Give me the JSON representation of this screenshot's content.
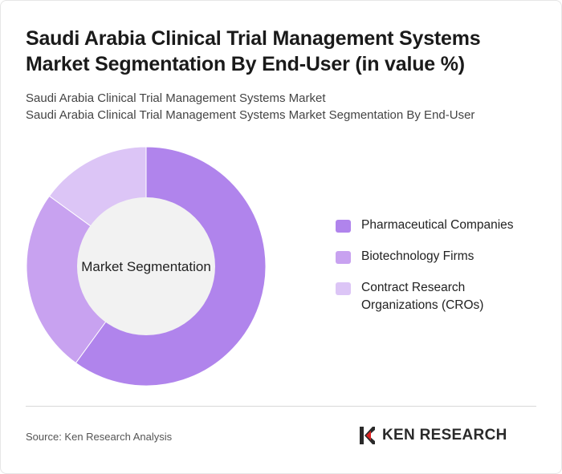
{
  "header": {
    "title_line1": "Saudi Arabia Clinical Trial Management Systems",
    "title_line2": "Market Segmentation By End-User (in value %)",
    "subtitle_line1": "Saudi Arabia Clinical Trial Management Systems Market",
    "subtitle_line2": "Saudi Arabia Clinical Trial Management Systems Market Segmentation By End-User"
  },
  "chart_data": {
    "type": "pie",
    "style": "donut",
    "center_label": "Market Segmentation",
    "categories": [
      "Pharmaceutical Companies",
      "Biotechnology Firms",
      "Contract Research Organizations (CROs)"
    ],
    "legend_labels": [
      {
        "line1": "Pharmaceutical Companies",
        "line2": ""
      },
      {
        "line1": "Biotechnology Firms",
        "line2": ""
      },
      {
        "line1": "Contract Research",
        "line2": "Organizations (CROs)"
      }
    ],
    "values": [
      60,
      25,
      15
    ],
    "colors": [
      "#b084ec",
      "#c8a2f0",
      "#dcc5f6"
    ],
    "legend_position": "right"
  },
  "footer": {
    "source": "Source: Ken Research Analysis",
    "logo_text": "KEN RESEARCH"
  },
  "colors": {
    "center_fill": "#f2f2f2",
    "logo_dark": "#2a2a2a",
    "logo_accent": "#d22"
  }
}
